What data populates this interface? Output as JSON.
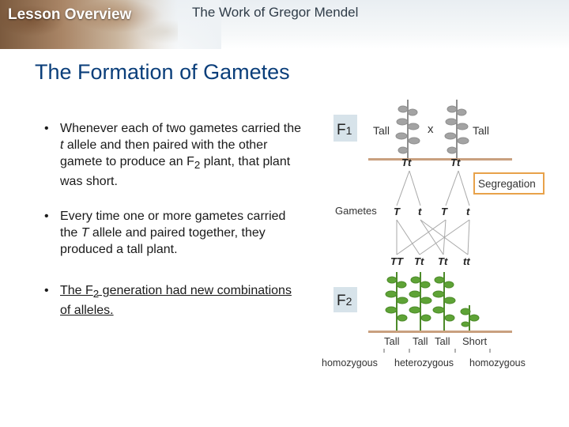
{
  "header": {
    "lesson_label": "Lesson Overview",
    "subtitle": "The Work of Gregor Mendel"
  },
  "slide": {
    "title": "The Formation of Gametes",
    "bullets": [
      {
        "symbol": "•",
        "parts": [
          "Whenever each of two gametes carried the ",
          "t",
          " allele and then paired with the other gamete to produce an F",
          "2",
          " plant, that plant was short."
        ]
      },
      {
        "symbol": "•",
        "parts": [
          "Every time one or more gametes carried the ",
          "T",
          " allele and paired together, they produced a tall plant."
        ]
      },
      {
        "symbol": "•",
        "parts": [
          "The F",
          "2",
          " generation had new combinations of alleles."
        ]
      }
    ]
  },
  "diagram": {
    "f1_label": "F",
    "f1_sub": "1",
    "f2_label": "F",
    "f2_sub": "2",
    "parent_left": "Tall",
    "cross_symbol": "x",
    "parent_right": "Tall",
    "parent_genotypes": [
      "Tt",
      "Tt"
    ],
    "segregation_label": "Segregation",
    "gametes_label": "Gametes",
    "gametes": [
      "T",
      "t",
      "T",
      "t"
    ],
    "offspring_genotypes": [
      "TT",
      "Tt",
      "Tt",
      "tt"
    ],
    "offspring_phenotypes": [
      "Tall",
      "Tall",
      "Tall",
      "Short"
    ],
    "zygosity": [
      "homozygous",
      "heterozygous",
      "homozygous"
    ],
    "colors": {
      "f_box": "#d7e3ea",
      "segregation_border": "#e8a24a",
      "ground": "#c9a07f",
      "plant_gray": "#8f8f8f",
      "plant_green": "#5ea336"
    }
  }
}
